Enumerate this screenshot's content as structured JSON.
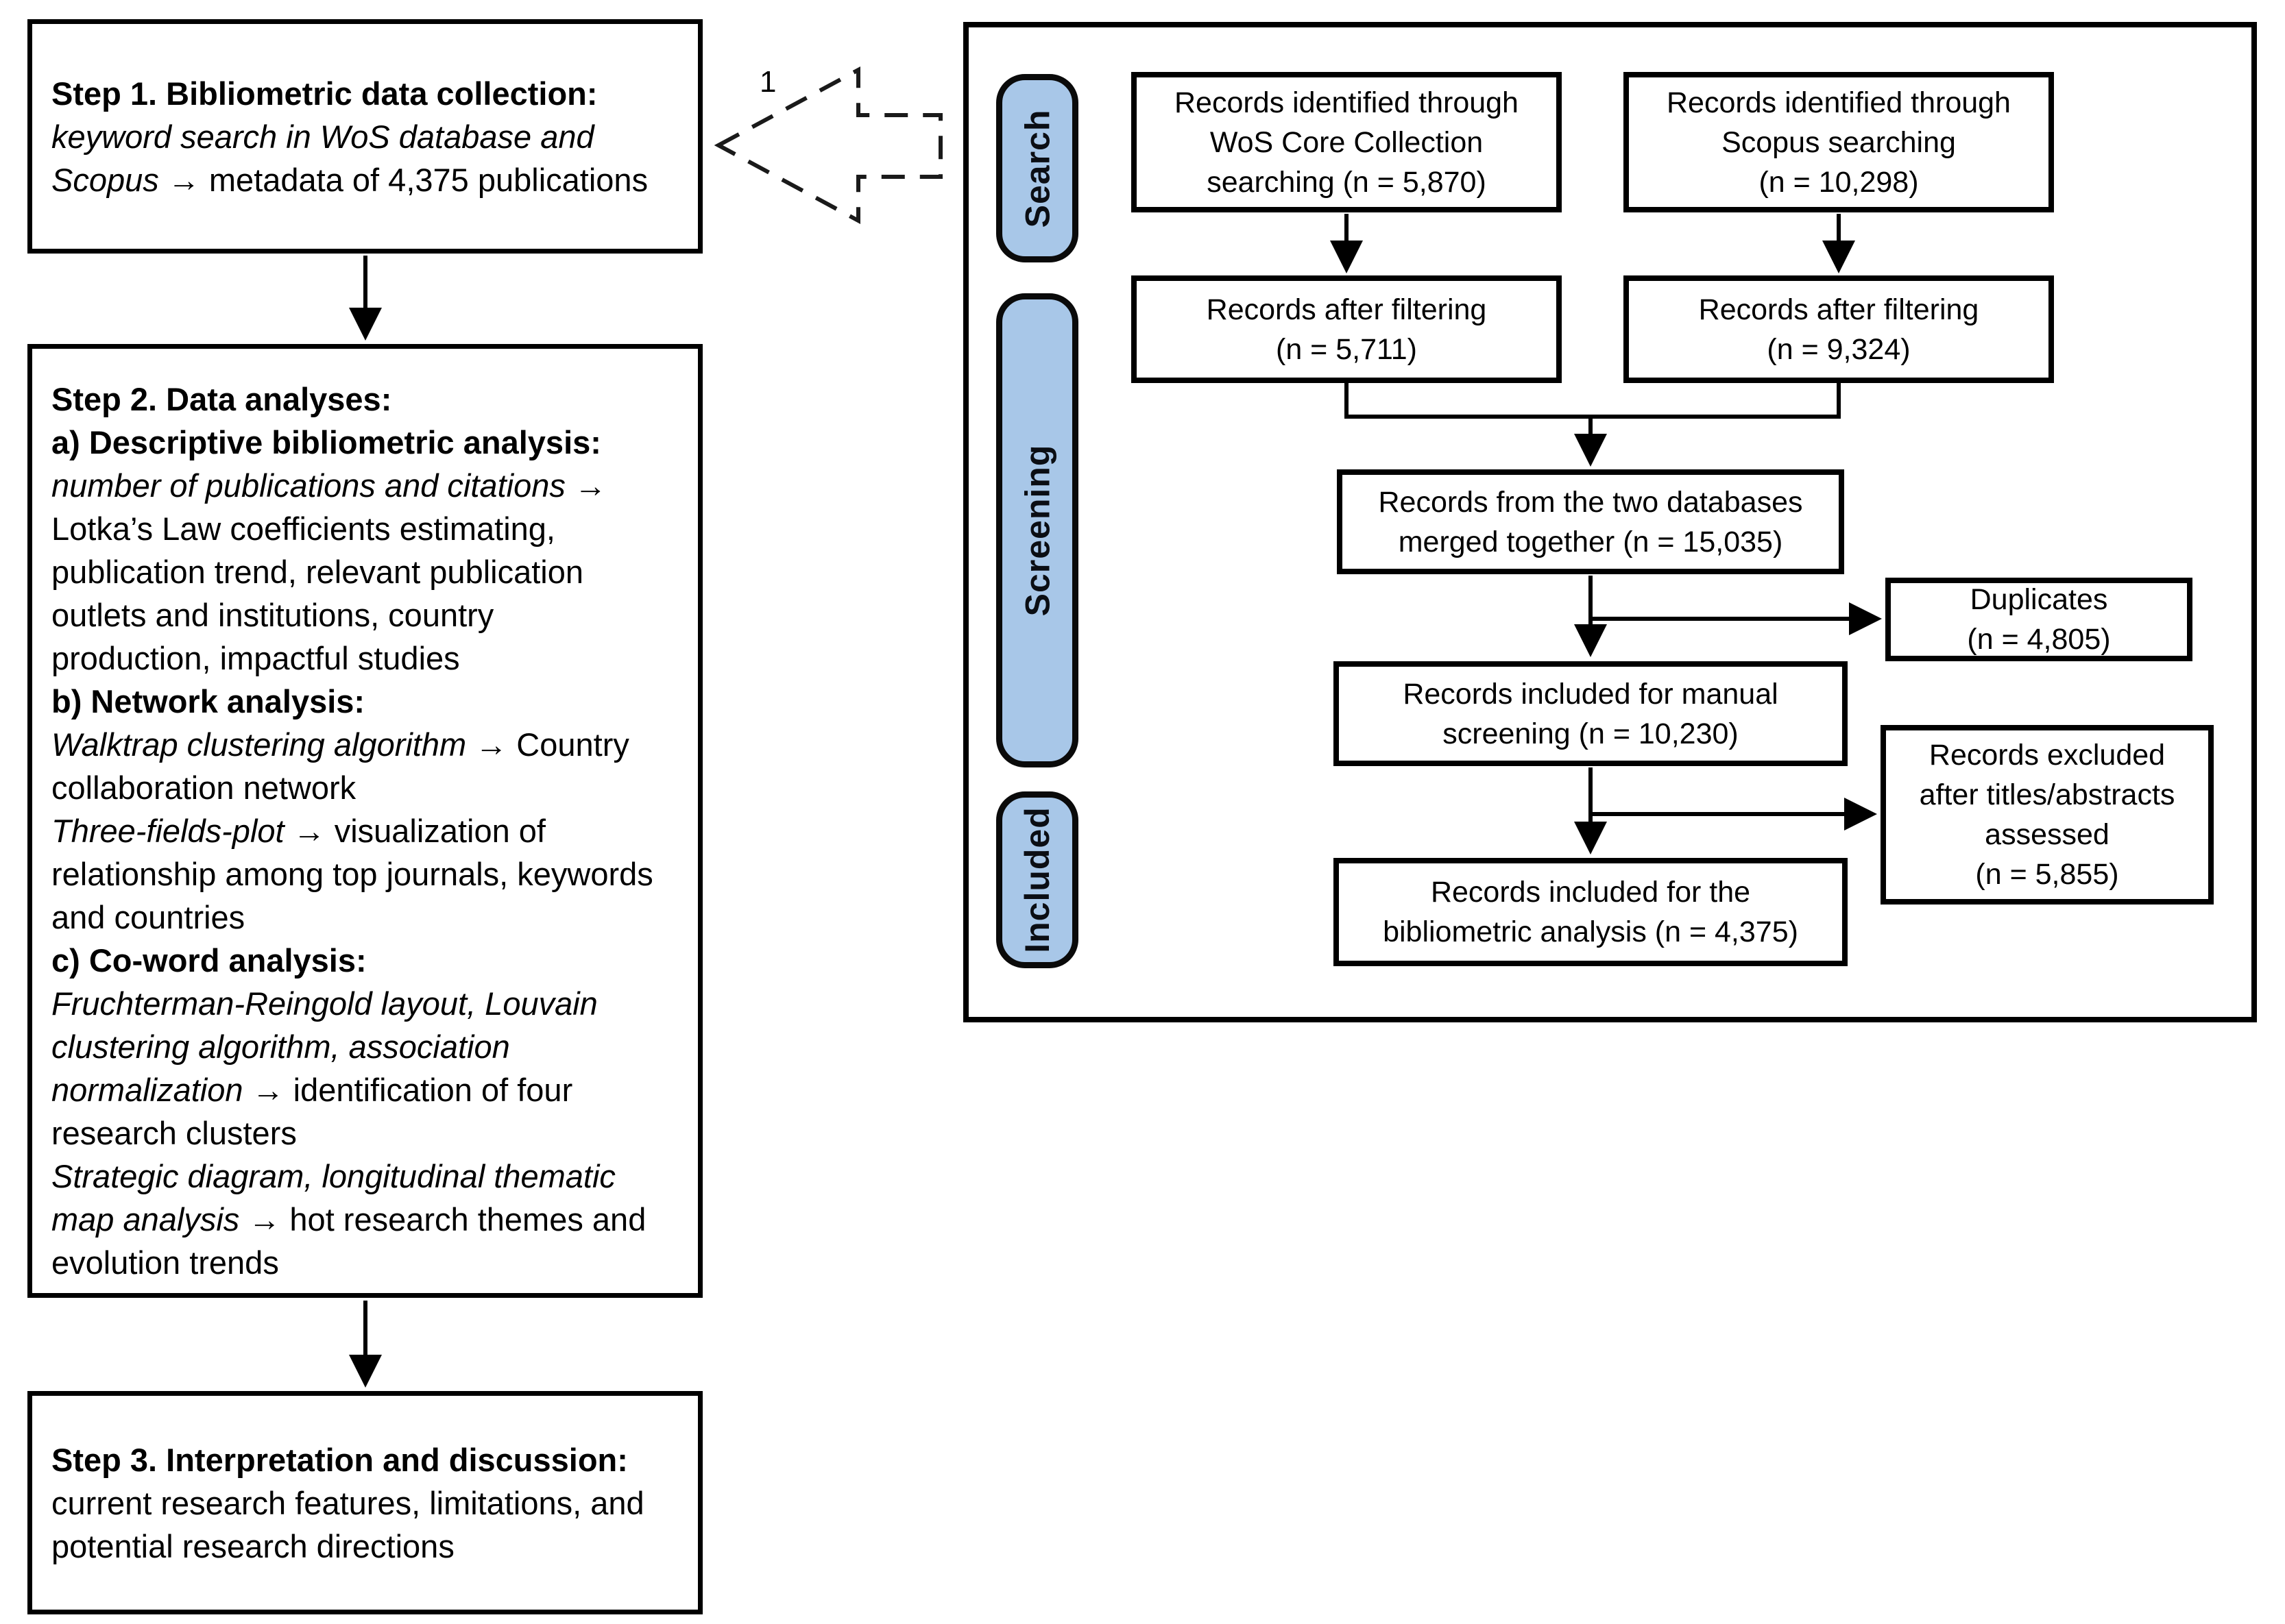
{
  "colors": {
    "label_fill": "#A8C7E8",
    "line": "#000000",
    "background": "#FFFFFF"
  },
  "left_column": {
    "step1": {
      "lines": [
        [
          {
            "s": "b",
            "t": "Step 1. Bibliometric data collection:"
          }
        ],
        [
          {
            "s": "i",
            "t": "keyword search in WoS database and"
          }
        ],
        [
          {
            "s": "i",
            "t": "Scopus"
          },
          {
            "s": "r",
            "t": " → metadata of 4,375 publications"
          }
        ]
      ]
    },
    "step2": {
      "lines": [
        [
          {
            "s": "b",
            "t": "Step 2. Data analyses:"
          }
        ],
        [
          {
            "s": "b",
            "t": "a) Descriptive bibliometric analysis:"
          }
        ],
        [
          {
            "s": "i",
            "t": "number of publications and citations"
          },
          {
            "s": "r",
            "t": " →"
          }
        ],
        [
          {
            "s": "r",
            "t": "Lotka’s Law coefficients estimating,"
          }
        ],
        [
          {
            "s": "r",
            "t": "publication trend, relevant publication"
          }
        ],
        [
          {
            "s": "r",
            "t": "outlets and institutions, country"
          }
        ],
        [
          {
            "s": "r",
            "t": "production, impactful studies"
          }
        ],
        [
          {
            "s": "b",
            "t": "b) Network analysis:"
          }
        ],
        [
          {
            "s": "i",
            "t": "Walktrap clustering algorithm"
          },
          {
            "s": "r",
            "t": " → Country"
          }
        ],
        [
          {
            "s": "r",
            "t": "collaboration network"
          }
        ],
        [
          {
            "s": "i",
            "t": "Three-fields-plot"
          },
          {
            "s": "r",
            "t": " → visualization of"
          }
        ],
        [
          {
            "s": "r",
            "t": "relationship among top journals, keywords"
          }
        ],
        [
          {
            "s": "r",
            "t": "and countries"
          }
        ],
        [
          {
            "s": "b",
            "t": "c) Co-word analysis:"
          }
        ],
        [
          {
            "s": "i",
            "t": "Fruchterman-Reingold layout, Louvain"
          }
        ],
        [
          {
            "s": "i",
            "t": "clustering algorithm, association"
          }
        ],
        [
          {
            "s": "i",
            "t": "normalization"
          },
          {
            "s": "r",
            "t": " → identification of four"
          }
        ],
        [
          {
            "s": "r",
            "t": "research clusters"
          }
        ],
        [
          {
            "s": "i",
            "t": "Strategic diagram, longitudinal thematic"
          }
        ],
        [
          {
            "s": "i",
            "t": "map analysis"
          },
          {
            "s": "r",
            "t": " → hot research themes and"
          }
        ],
        [
          {
            "s": "r",
            "t": "evolution trends"
          }
        ]
      ]
    },
    "step3": {
      "lines": [
        [
          {
            "s": "b",
            "t": "Step 3. Interpretation and discussion:"
          }
        ],
        [
          {
            "s": "r",
            "t": "current research features, limitations, and"
          }
        ],
        [
          {
            "s": "r",
            "t": "potential research directions"
          }
        ]
      ]
    }
  },
  "dashed_arrow": {
    "label": "1"
  },
  "phases": {
    "search": "Search",
    "screening": "Screening",
    "included": "Included"
  },
  "flow": {
    "wos": {
      "lines": [
        "Records identified through",
        "WoS Core Collection",
        "searching (n = 5,870)"
      ]
    },
    "scopus": {
      "lines": [
        "Records identified through",
        "Scopus searching",
        "(n = 10,298)"
      ]
    },
    "filter_wos": {
      "lines": [
        "Records after filtering",
        "(n = 5,711)"
      ]
    },
    "filter_scopus": {
      "lines": [
        "Records after filtering",
        "(n = 9,324)"
      ]
    },
    "merged": {
      "lines": [
        "Records from the two databases",
        "merged together (n = 15,035)"
      ]
    },
    "duplicates": {
      "lines": [
        "Duplicates",
        "(n = 4,805)"
      ]
    },
    "manual": {
      "lines": [
        "Records included for manual",
        "screening (n = 10,230)"
      ]
    },
    "excluded": {
      "lines": [
        "Records excluded",
        "after titles/abstracts",
        "assessed",
        "(n = 5,855)"
      ]
    },
    "final": {
      "lines": [
        "Records included for the",
        "bibliometric analysis (n = 4,375)"
      ]
    }
  }
}
